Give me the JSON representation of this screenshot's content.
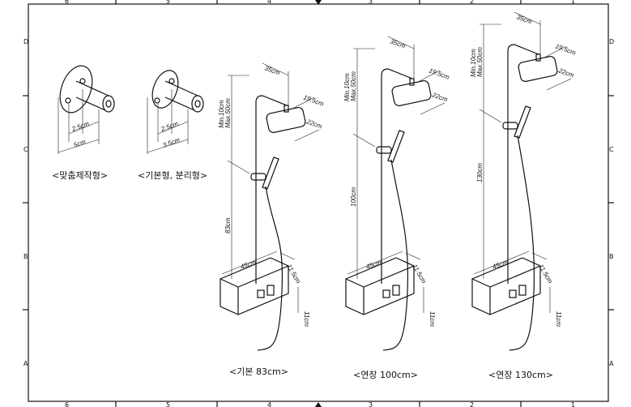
{
  "frame": {
    "columns": [
      "6",
      "5",
      "4",
      "3",
      "2",
      "1"
    ],
    "rows": [
      "D",
      "C",
      "B",
      "A"
    ]
  },
  "brackets": [
    {
      "caption": "<맞춤제작형>",
      "dim_inner": "2.5cm",
      "dim_outer": "5cm"
    },
    {
      "caption": "<기본형, 분리형>",
      "dim_inner": "2.5cm",
      "dim_outer": "3.5cm"
    }
  ],
  "showers": [
    {
      "caption": "<기본 83cm>",
      "arm": "35cm",
      "head_w": "19.5cm",
      "head_d": "22cm",
      "adjust_min": "Min.10cm",
      "adjust_max": "Max.50cm",
      "rod": "83cm",
      "shelf_w": "45cm",
      "shelf_d": "11.5cm",
      "shelf_h": "11cm"
    },
    {
      "caption": "<연장 100cm>",
      "arm": "35cm",
      "head_w": "19.5cm",
      "head_d": "22cm",
      "adjust_min": "Min.10cm",
      "adjust_max": "Max.50cm",
      "rod": "100cm",
      "shelf_w": "45cm",
      "shelf_d": "11.5cm",
      "shelf_h": "11cm"
    },
    {
      "caption": "<연장 130cm>",
      "arm": "35cm",
      "head_w": "19.5cm",
      "head_d": "22cm",
      "adjust_min": "Min.10cm",
      "adjust_max": "Max.50cm",
      "rod": "130cm",
      "shelf_w": "45cm",
      "shelf_d": "11.5cm",
      "shelf_h": "11cm"
    }
  ]
}
